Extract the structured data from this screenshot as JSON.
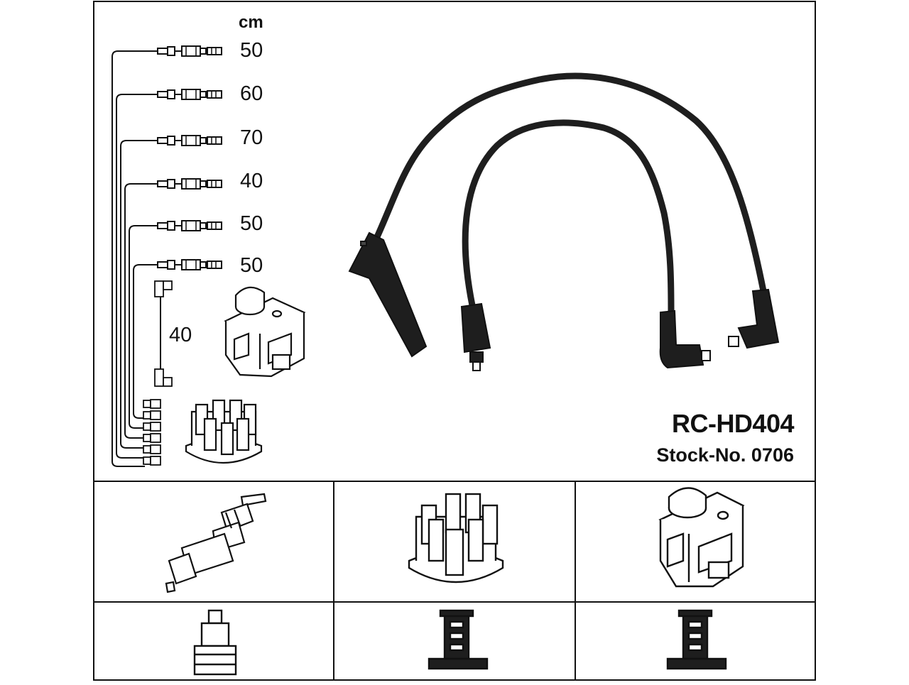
{
  "unit_label": "cm",
  "cable_lengths": [
    "50",
    "60",
    "70",
    "40",
    "50",
    "50"
  ],
  "coil_lead_length": "40",
  "product_code": "RC-HD404",
  "stock_number": "Stock-No. 0706",
  "colors": {
    "ink": "#111111",
    "cable": "#1e1e1e",
    "background": "#ffffff"
  },
  "icons": [
    "spark-plug-icon",
    "distributor-cap-icon",
    "ignition-coil-icon",
    "spark-plug-terminal-icon",
    "distributor-terminal-icon",
    "coil-terminal-icon"
  ]
}
